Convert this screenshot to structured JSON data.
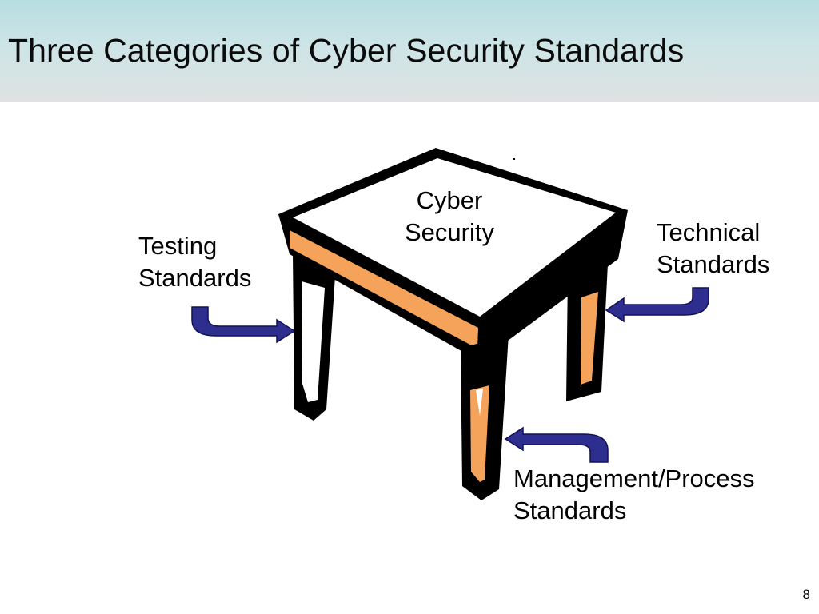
{
  "slide": {
    "title": "Three Categories of Cyber Security Standards",
    "page_number": "8"
  },
  "table": {
    "top_label_line1": "Cyber",
    "top_label_line2": "Security"
  },
  "labels": {
    "testing": {
      "line1": "Testing",
      "line2": "Standards"
    },
    "technical": {
      "line1": "Technical",
      "line2": "Standards"
    },
    "management": {
      "line1": "Management/Process",
      "line2": "Standards"
    }
  },
  "colors": {
    "title_band_top": "#b7dde2",
    "title_band_bottom": "#dfe2e2",
    "apron_orange": "#f5a35a",
    "table_outline": "#000000",
    "arrow_fill": "#2e2e8f"
  },
  "icons": {
    "arrows": [
      "curved-arrow-right-icon",
      "curved-arrow-left-icon",
      "curved-arrow-left-icon"
    ]
  }
}
